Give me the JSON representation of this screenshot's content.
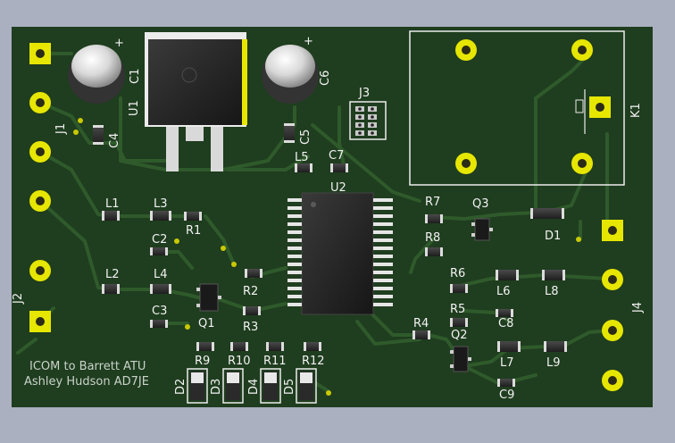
{
  "board": {
    "silkscreen": {
      "line1": "ICOM to Barrett ATU",
      "line2": "Ashley Hudson AD7JE"
    }
  },
  "components": {
    "J1": "J1",
    "J2": "J2",
    "J3": "J3",
    "J4": "J4",
    "U1": "U1",
    "U2": "U2",
    "K1": "K1",
    "C1": "C1",
    "C2": "C2",
    "C3": "C3",
    "C4": "C4",
    "C5": "C5",
    "C6": "C6",
    "C7": "C7",
    "C8": "C8",
    "C9": "C9",
    "L1": "L1",
    "L2": "L2",
    "L3": "L3",
    "L4": "L4",
    "L5": "L5",
    "L6": "L6",
    "L7": "L7",
    "L8": "L8",
    "L9": "L9",
    "R1": "R1",
    "R2": "R2",
    "R3": "R3",
    "R4": "R4",
    "R5": "R5",
    "R6": "R6",
    "R7": "R7",
    "R8": "R8",
    "R9": "R9",
    "R10": "R10",
    "R11": "R11",
    "R12": "R12",
    "Q1": "Q1",
    "Q2": "Q2",
    "Q3": "Q3",
    "D1": "D1",
    "D2": "D2",
    "D3": "D3",
    "D4": "D4",
    "D5": "D5"
  },
  "colors": {
    "background": "#aab0c0",
    "board": "#1f3d1f",
    "trace": "#2f5a2b",
    "pad": "#e6e600",
    "silk": "#f2f2f2"
  }
}
